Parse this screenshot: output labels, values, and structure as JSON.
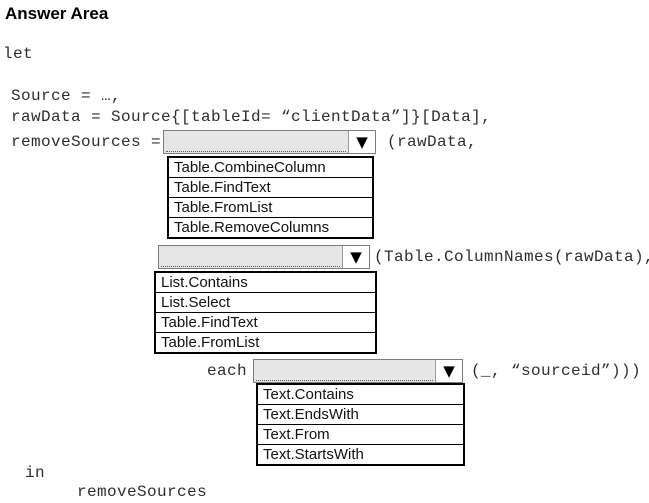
{
  "title": "Answer Area",
  "code": {
    "let_keyword": "let",
    "source_line": "Source = …,",
    "rawdata_line": "rawData = Source{[tableId= “clientData”]}[Data],",
    "removesources_line": "removeSources =",
    "after_dropdown1": "(rawData,",
    "after_dropdown2": "(Table.ColumnNames(rawData),",
    "each_keyword": "each",
    "after_dropdown3": "(_, “sourceid”)))",
    "in_keyword": "in",
    "result_line": "removeSources"
  },
  "dropdowns": [
    {
      "value": "",
      "options": [
        "Table.CombineColumn",
        "Table.FindText",
        "Table.FromList",
        "Table.RemoveColumns"
      ]
    },
    {
      "value": "",
      "options": [
        "List.Contains",
        "List.Select",
        "Table.FindText",
        "Table.FromList"
      ]
    },
    {
      "value": "",
      "options": [
        "Text.Contains",
        "Text.EndsWith",
        "Text.From",
        "Text.StartsWith"
      ]
    }
  ],
  "icons": {
    "dropdown_arrow": "▼"
  },
  "colors": {
    "combo_fill": "#e6e6e6",
    "combo_border": "#7d7d7d",
    "list_border": "#000000",
    "code_text": "#2e2e2e",
    "title_text": "#000000"
  }
}
